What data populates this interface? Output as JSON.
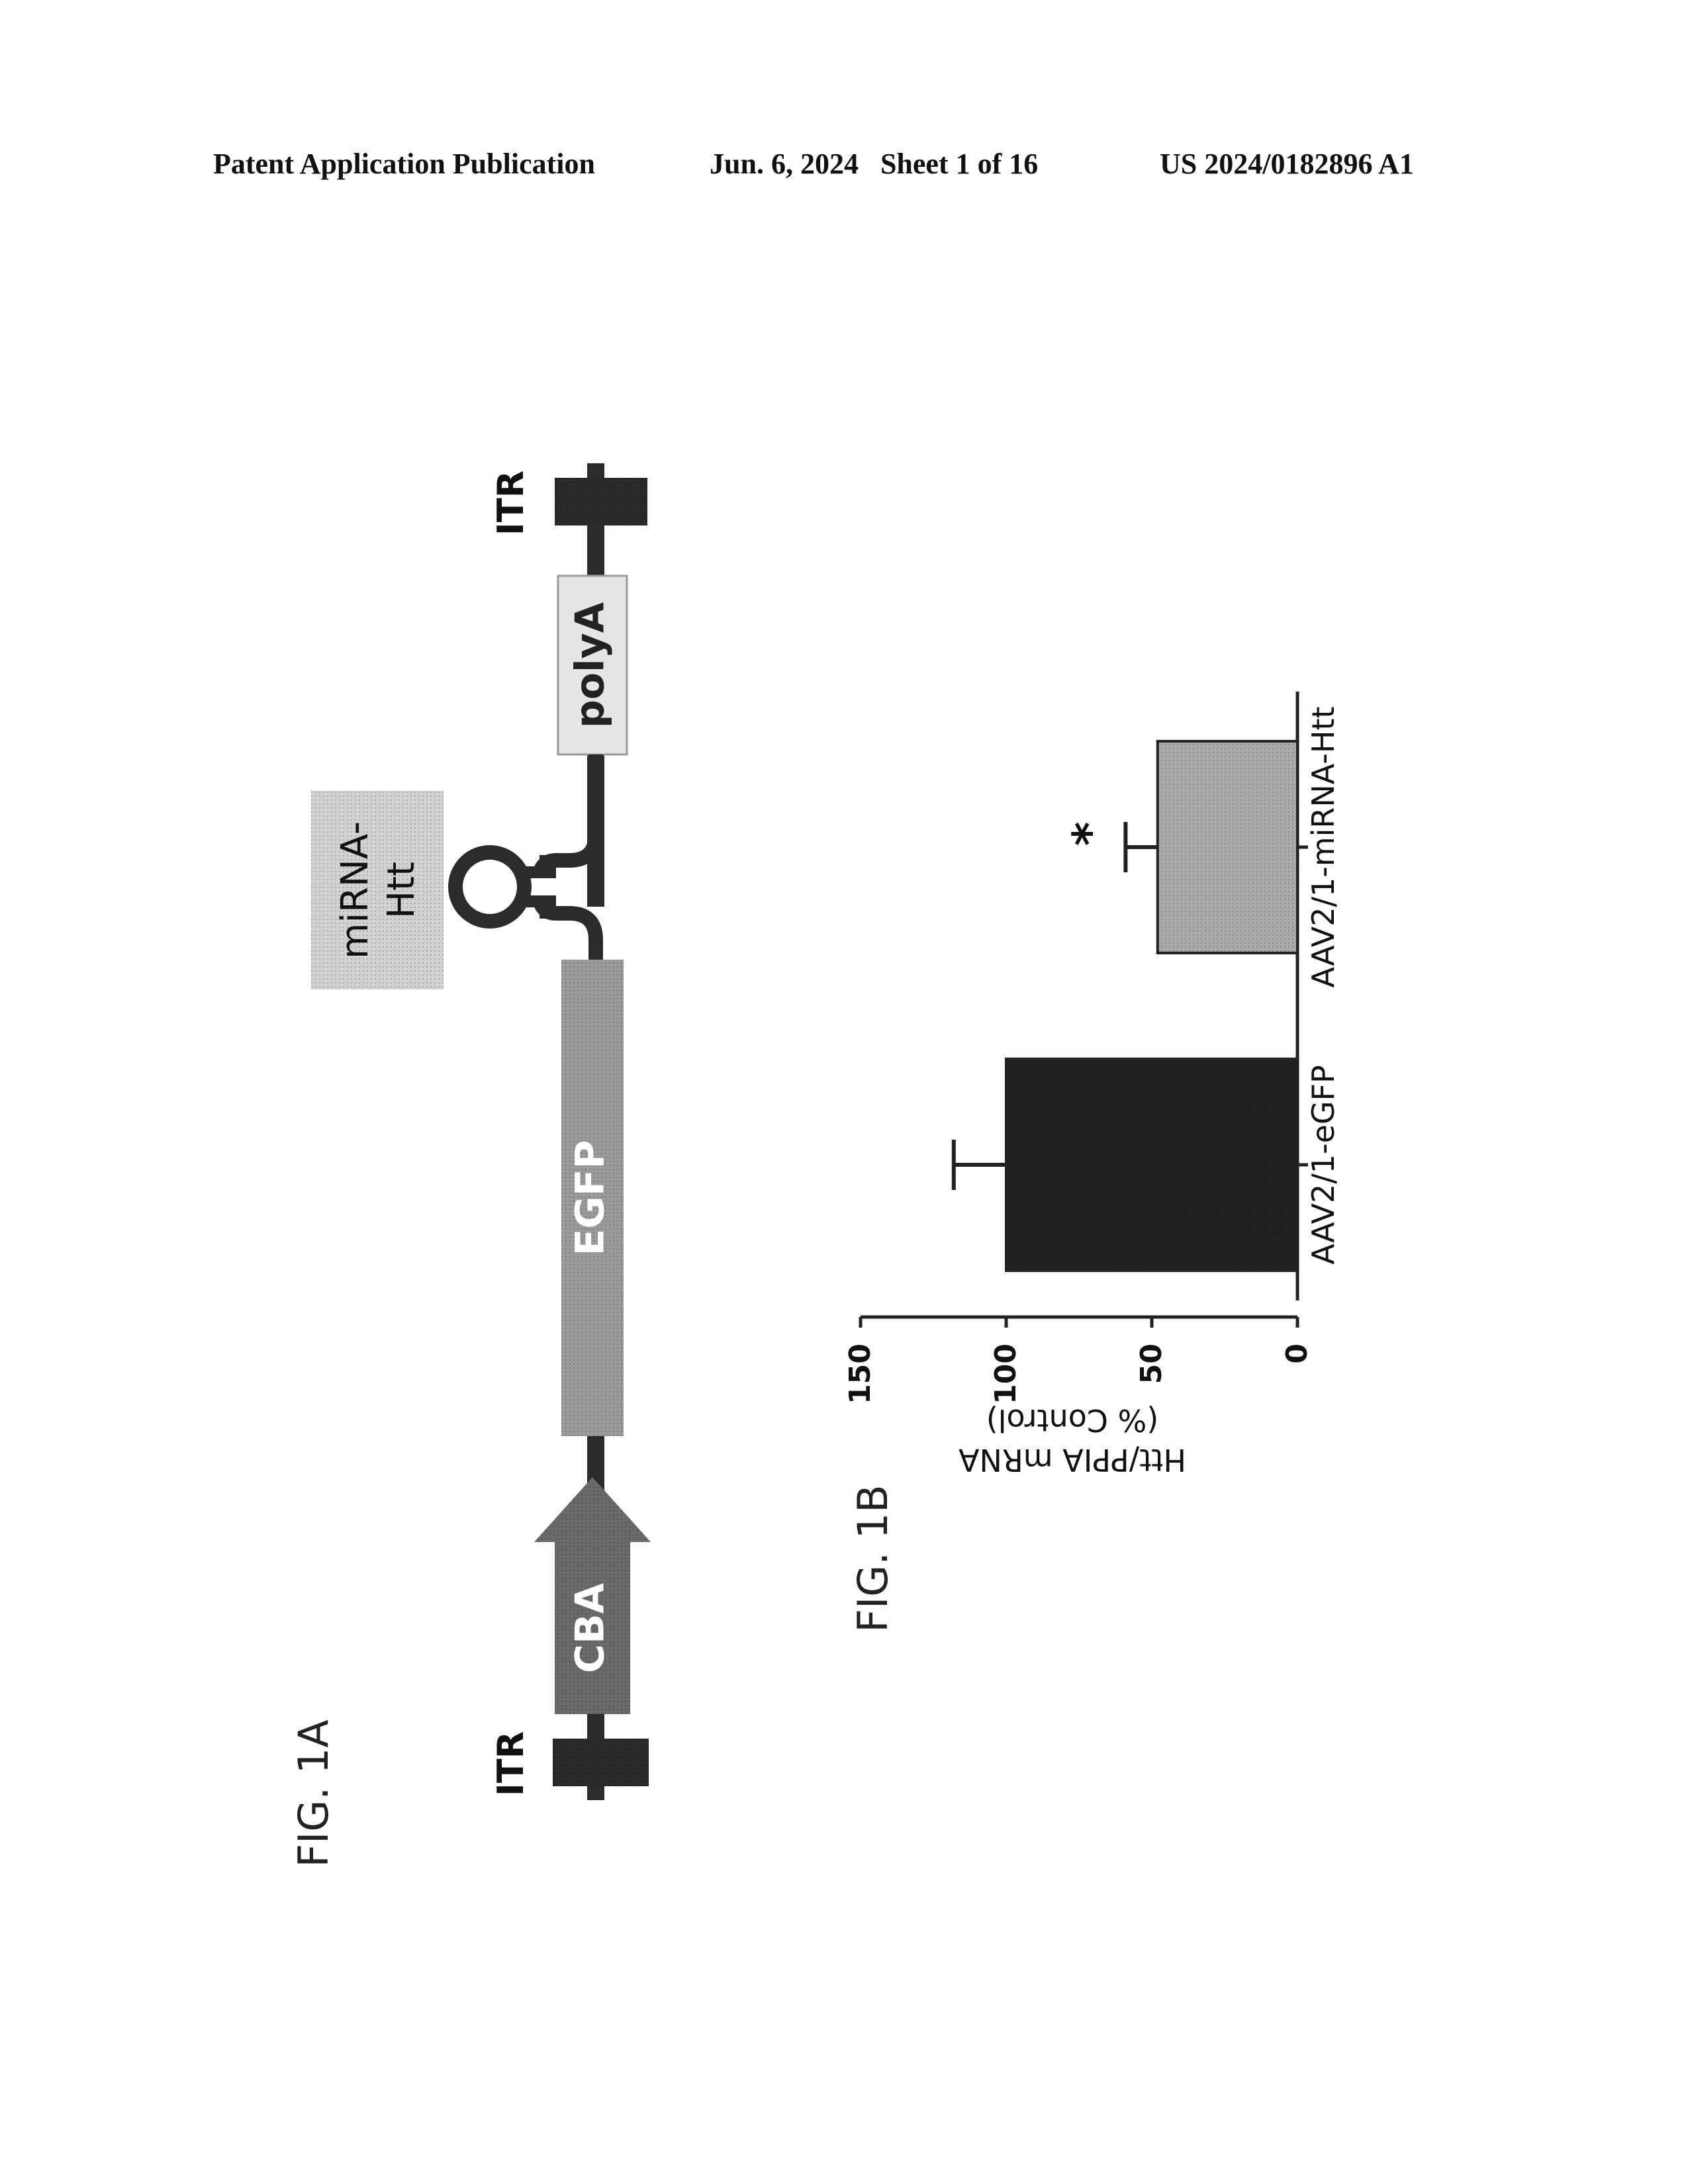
{
  "header": {
    "publication": "Patent Application Publication",
    "date_sheet": "Jun. 6, 2024   Sheet 1 of 16",
    "pub_number": "US 2024/0182896 A1"
  },
  "fig1a": {
    "label": "FIG. 1A",
    "itr_left": "ITR",
    "itr_right": "ITR",
    "promoter": "CBA",
    "gene": "EGFP",
    "mirna_line1": "miRNA-",
    "mirna_line2": "Htt",
    "polya": "polyA"
  },
  "fig1b": {
    "label": "FIG. 1B",
    "significance_mark": "*"
  },
  "chart_data": {
    "type": "bar",
    "orientation": "figure rotated 90° counter-clockwise on the page",
    "categories": [
      "AAV2/1-eGFP",
      "AAV2/1-miRNA-Htt"
    ],
    "values": [
      100,
      48
    ],
    "error": [
      18,
      11
    ],
    "ylabel_line1": "Htt/PPIA mRNA",
    "ylabel_line2": "(% Control)",
    "ylim": [
      0,
      150
    ],
    "yticks": [
      0,
      50,
      100,
      150
    ],
    "annotations": [
      "*"
    ],
    "colors": [
      "#222222",
      "#aaaaaa"
    ]
  }
}
